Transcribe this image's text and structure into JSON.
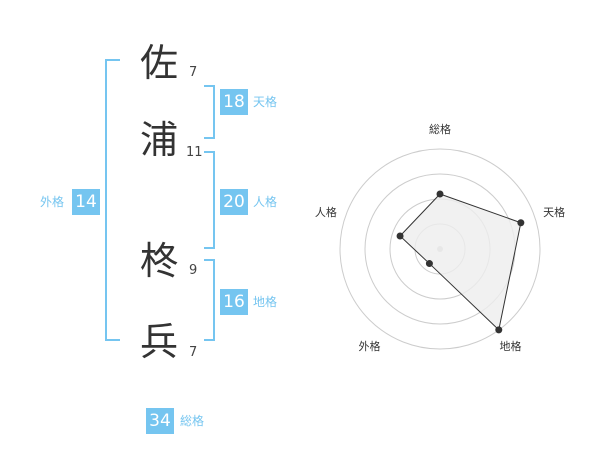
{
  "characters": [
    {
      "char": "佐",
      "strokes": "7"
    },
    {
      "char": "浦",
      "strokes": "11"
    },
    {
      "char": "柊",
      "strokes": "9"
    },
    {
      "char": "兵",
      "strokes": "7"
    }
  ],
  "kaku": {
    "tenkaku": {
      "value": "18",
      "label": "天格"
    },
    "jinkaku": {
      "value": "20",
      "label": "人格"
    },
    "chikaku": {
      "value": "16",
      "label": "地格"
    },
    "gaikaku": {
      "value": "14",
      "label": "外格"
    },
    "soukaku": {
      "value": "34",
      "label": "総格"
    }
  },
  "colors": {
    "accent": "#75c5f0",
    "text": "#333333",
    "radar_fill": "#eeeeee"
  },
  "chart_data": {
    "type": "radar",
    "axes": [
      "総格",
      "天格",
      "地格",
      "外格",
      "人格"
    ],
    "values": [
      0.55,
      0.85,
      1.0,
      0.18,
      0.42
    ],
    "rings": 4,
    "range": [
      0,
      1
    ]
  }
}
